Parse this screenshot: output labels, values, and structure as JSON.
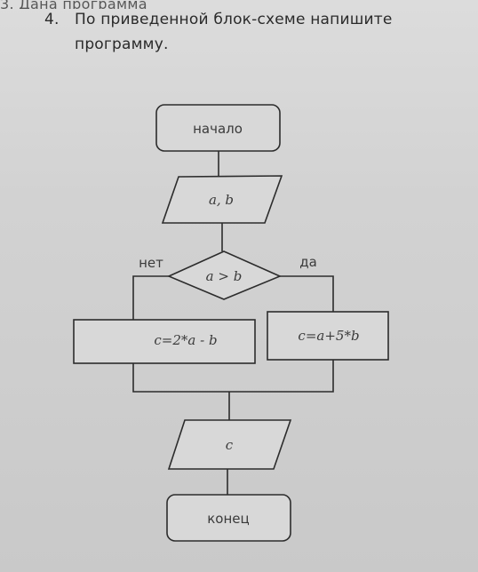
{
  "header": {
    "cut_line_text": "3. Дана программа",
    "question_number": "4.",
    "question_line1": "По приведенной блок-схеме напишите",
    "question_line2": "программу."
  },
  "flowchart": {
    "start_label": "начало",
    "input_label": "a, b",
    "condition_label": "a > b",
    "branch_no_label": "нет",
    "branch_yes_label": "да",
    "no_action_label": "c=2*a - b",
    "yes_action_label": "c=a+5*b",
    "output_label": "c",
    "end_label": "конец"
  }
}
